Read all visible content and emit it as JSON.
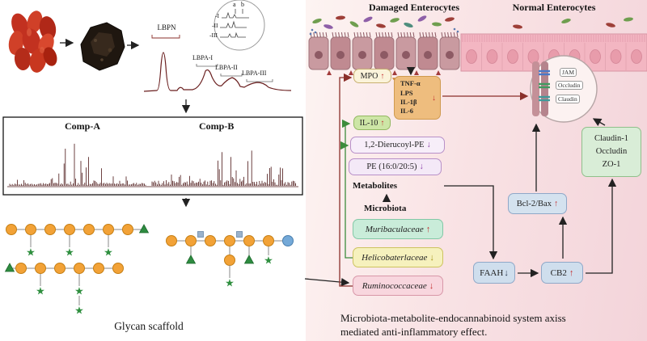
{
  "left": {
    "chromatogram": {
      "main_label": "LBPN",
      "peaks": [
        "LBPA-I",
        "LBPA-II",
        "LBPA-III"
      ]
    },
    "inset": {
      "a": "a",
      "b": "b",
      "line1": "-I",
      "line2": "-II",
      "line3": "-III"
    },
    "nmr": {
      "comp_a": "Comp-A",
      "comp_b": "Comp-B"
    },
    "glycan_label": "Glycan scaffold"
  },
  "right": {
    "header_damaged": "Damaged Enterocytes",
    "header_normal": "Normal Enterocytes",
    "mpo": {
      "label": "MPO",
      "arrow": "↑"
    },
    "cytokines": {
      "lines": [
        "TNF-α",
        "LPS",
        "IL-1β",
        "IL-6"
      ],
      "arrow": "↓"
    },
    "il10": {
      "label": "IL-10",
      "arrow": "↑"
    },
    "dierucoyl_pe": {
      "label": "1,2-Dierucoyl-PE",
      "arrow": "↓"
    },
    "pe": {
      "label": "PE (16:0/20:5)",
      "arrow": "↓"
    },
    "metabolites_label": "Metabolites",
    "microbiota_label": "Microbiota",
    "muribaculaceae": {
      "label": "Muribaculaceae",
      "arrow": "↑"
    },
    "helicobaterlaceae": {
      "label": "Helicobaterlaceae",
      "arrow": "↓"
    },
    "ruminococcaceae": {
      "label": "Ruminococcaceae",
      "arrow": "↓"
    },
    "faah": {
      "label": "FAAH",
      "arrow": "↓"
    },
    "cb2": {
      "label": "CB2",
      "arrow": "↑"
    },
    "bcl2_bax": {
      "label": "Bcl-2/Bax",
      "arrow": "↑"
    },
    "tight_junction_proteins": {
      "lines": [
        "Claudin-1",
        "Occludin",
        "ZO-1"
      ]
    },
    "tj_inset": {
      "jam": "JAM",
      "occludin": "Occludin",
      "claudin": "Claudin"
    },
    "caption": "Microbiota-metabolite-endocannabinoid system axiss\nmediated anti-inflammatory effect."
  },
  "colors": {
    "up_arrow": "#c42f2f",
    "down_arrow_red": "#c42f2f",
    "down_arrow_purple": "#8b3fa8",
    "down_arrow_yellow": "#a8951d",
    "chromatogram_trace": "#6a1f1f",
    "right_panel_bg": "#f6dce0"
  }
}
